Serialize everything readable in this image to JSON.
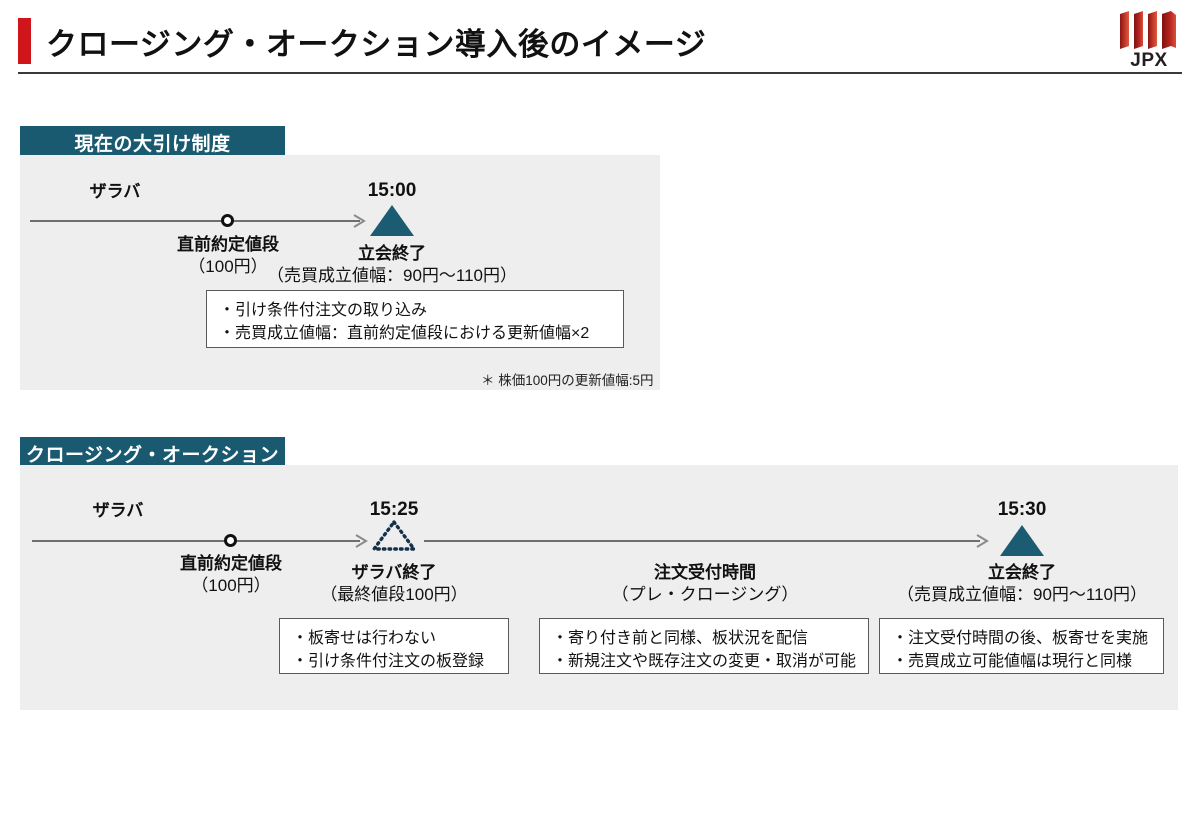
{
  "header": {
    "title": "クロージング・オークション導入後のイメージ",
    "accent_color": "#d1161b",
    "logo": {
      "name": "jpx-logo",
      "text": "JPX",
      "bar_colors": [
        "#b5241f",
        "#c0392b",
        "#9e1d1a",
        "#7d1512"
      ]
    }
  },
  "sections": [
    {
      "tag": "現在の大引け制度",
      "tag_color": "#1a5a70",
      "timeline": {
        "phase_label": "ザラバ",
        "marker": {
          "label": "直前約定値段",
          "sub": "（100円）"
        },
        "end": {
          "time": "15:00",
          "label": "立会終了",
          "sub": "（売買成立値幅：90円〜110円）",
          "marker_style": "solid-triangle",
          "marker_color": "#1b5c72"
        }
      },
      "note_box": {
        "lines": [
          "・引け条件付注文の取り込み",
          "・売買成立値幅：直前約定値段における更新値幅×2"
        ]
      },
      "footnote": "＊ 株価100円の更新値幅:5円"
    },
    {
      "tag": "クロージング・オークション",
      "tag_color": "#1a5a70",
      "timeline": {
        "phase_label": "ザラバ",
        "marker": {
          "label": "直前約定値段",
          "sub": "（100円）"
        },
        "mid": {
          "time": "15:25",
          "label": "ザラバ終了",
          "sub": "（最終値段100円）",
          "marker_style": "dotted-triangle",
          "marker_color": "#14314a"
        },
        "middle_phase": {
          "label": "注文受付時間",
          "sub": "（プレ・クロージング）"
        },
        "end": {
          "time": "15:30",
          "label": "立会終了",
          "sub": "（売買成立値幅：90円〜110円）",
          "marker_style": "solid-triangle",
          "marker_color": "#1b5c72"
        }
      },
      "note_boxes": [
        {
          "lines": [
            "・板寄せは行わない",
            "・引け条件付注文の板登録"
          ]
        },
        {
          "lines": [
            "・寄り付き前と同様、板状況を配信",
            "・新規注文や既存注文の変更・取消が可能"
          ]
        },
        {
          "lines": [
            "・注文受付時間の後、板寄せを実施",
            "・売買成立可能値幅は現行と同様"
          ]
        }
      ]
    }
  ]
}
